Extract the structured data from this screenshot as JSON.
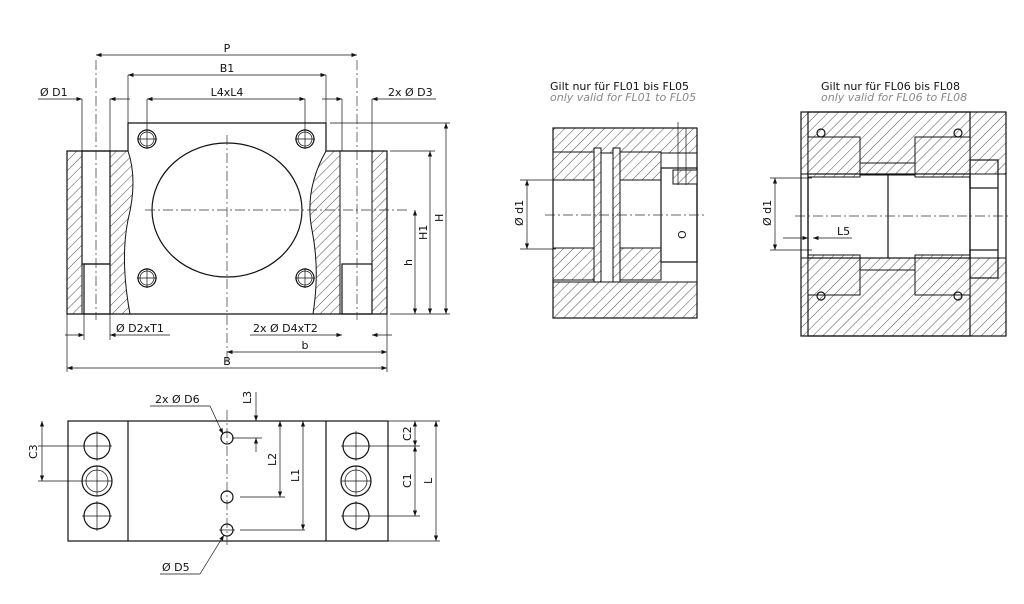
{
  "front_view": {
    "P": "P",
    "B1": "B1",
    "L4xL4": "L4xL4",
    "D1": "Ø D1",
    "D3": "2x Ø D3",
    "H": "H",
    "H1": "H1",
    "h": "h",
    "D2xT1": "Ø D2xT1",
    "D4xT2": "2x Ø D4xT2",
    "b": "b",
    "B": "B"
  },
  "bottom_view": {
    "D6": "2x Ø D6",
    "L3": "L3",
    "C3": "C3",
    "L2": "L2",
    "L1": "L1",
    "C2": "C2",
    "C1": "C1",
    "L": "L",
    "D5": "Ø D5"
  },
  "section_fl01": {
    "title_de": "Gilt nur für FL01 bis FL05",
    "title_en": "only valid for FL01 to FL05",
    "d1": "Ø d1",
    "mark": "O"
  },
  "section_fl06": {
    "title_de": "Gilt nur für FL06 bis FL08",
    "title_en": "only valid for FL06 to FL08",
    "d1": "Ø d1",
    "L5": "L5"
  }
}
